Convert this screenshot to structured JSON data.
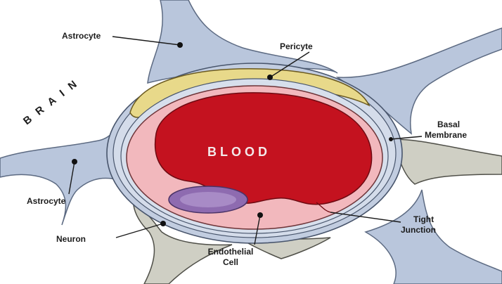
{
  "labels": {
    "astrocyte_top": "Astrocyte",
    "pericyte": "Pericyte",
    "brain": "BRAIN",
    "basal_membrane_line1": "Basal",
    "basal_membrane_line2": "Membrane",
    "blood": "BLOOD",
    "astrocyte_left": "Astrocyte",
    "tight_junction_line1": "Tight",
    "tight_junction_line2": "Junction",
    "neuron": "Neuron",
    "endothelial_line1": "Endothelial",
    "endothelial_line2": "Cell"
  },
  "colors": {
    "astrocyte": "#b9c6dc",
    "pericyte": "#e8d98a",
    "endothelial": "#f2b8bd",
    "blood": "#c4121f",
    "nucleus": "#8e6bb0",
    "neuron": "#cfcfc4"
  }
}
